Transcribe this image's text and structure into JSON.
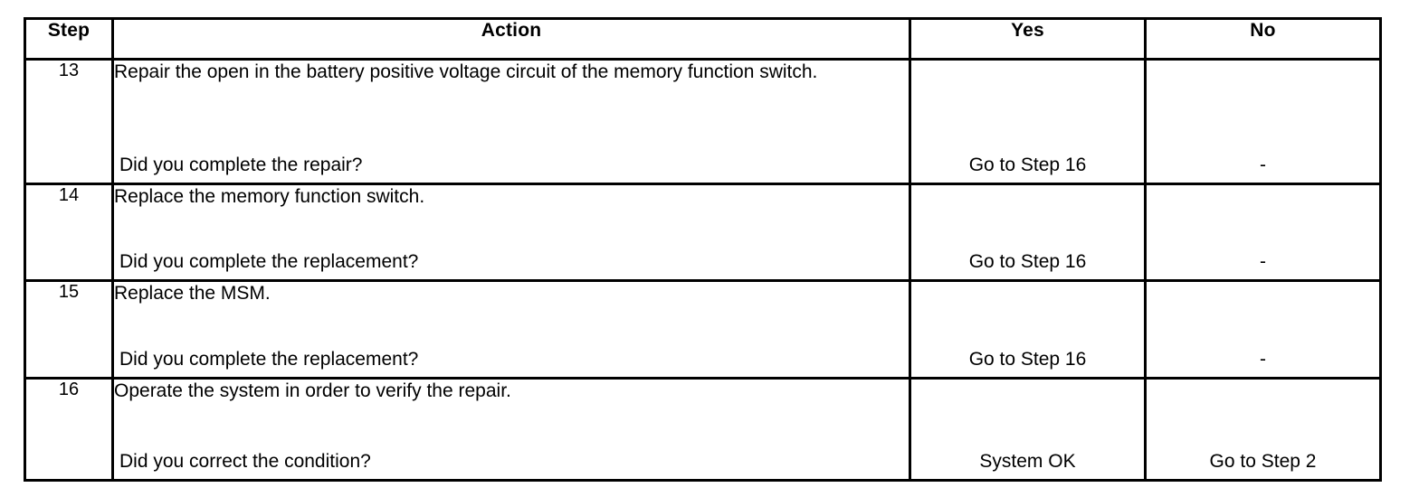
{
  "table": {
    "headers": {
      "step": "Step",
      "action": "Action",
      "yes": "Yes",
      "no": "No"
    },
    "rows": [
      {
        "step": "13",
        "action": "Repair the open in the battery positive voltage circuit of the memory function switch.",
        "question": "Did you complete the repair?",
        "yes": "Go to Step 16",
        "no": "-"
      },
      {
        "step": "14",
        "action": "Replace the memory function switch.",
        "question": "Did you complete the replacement?",
        "yes": "Go to Step 16",
        "no": "-"
      },
      {
        "step": "15",
        "action": "Replace the MSM.",
        "question": "Did you complete the replacement?",
        "yes": "Go to Step 16",
        "no": "-"
      },
      {
        "step": "16",
        "action": "Operate the system in order to verify the repair.",
        "question": "Did you correct the condition?",
        "yes": "System OK",
        "no": "Go to Step 2"
      }
    ]
  }
}
